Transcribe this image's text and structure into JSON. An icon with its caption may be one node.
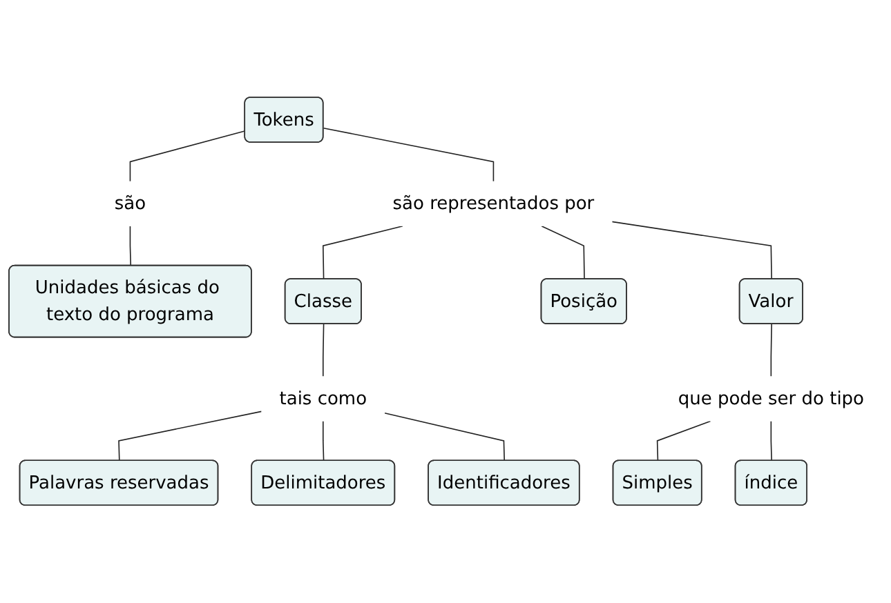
{
  "diagram": {
    "nodes": [
      {
        "text": [
          "Tokens"
        ]
      },
      {
        "text": [
          "são"
        ]
      },
      {
        "text": [
          "são representados por"
        ]
      },
      {
        "text": [
          "Unidades básicas do texto do programa"
        ]
      },
      {
        "text": [
          "Classe"
        ]
      },
      {
        "text": [
          "Posição"
        ]
      },
      {
        "text": [
          "Valor"
        ]
      },
      {
        "text": [
          "tais como"
        ]
      },
      {
        "text": [
          "que pode ser do tipo"
        ]
      },
      {
        "text": [
          "Simples"
        ]
      },
      {
        "text": [
          "índice"
        ]
      },
      {
        "text": [
          "Palavras reservadas"
        ]
      },
      {
        "text": [
          "Delimitadores"
        ]
      },
      {
        "text": [
          "Identificadores"
        ]
      }
    ],
    "edges": [
      {
        "from": 0,
        "to": 1,
        "arrow": "none"
      },
      {
        "from": 0,
        "to": 2,
        "arrow": "none"
      },
      {
        "from": 1,
        "to": 3,
        "arrow": "none"
      },
      {
        "from": 2,
        "to": 4,
        "arrow": "none"
      },
      {
        "from": 2,
        "to": 5,
        "arrow": "none"
      },
      {
        "from": 2,
        "to": 6,
        "arrow": "none"
      },
      {
        "from": 4,
        "to": 7,
        "arrow": "none"
      },
      {
        "from": 6,
        "to": 8,
        "arrow": "none"
      },
      {
        "from": 7,
        "to": 11,
        "arrow": "none"
      },
      {
        "from": 7,
        "to": 12,
        "arrow": "none"
      },
      {
        "from": 7,
        "to": 13,
        "arrow": "none"
      },
      {
        "from": 8,
        "to": 9,
        "arrow": "none"
      },
      {
        "from": 8,
        "to": 10,
        "arrow": "none"
      }
    ]
  }
}
